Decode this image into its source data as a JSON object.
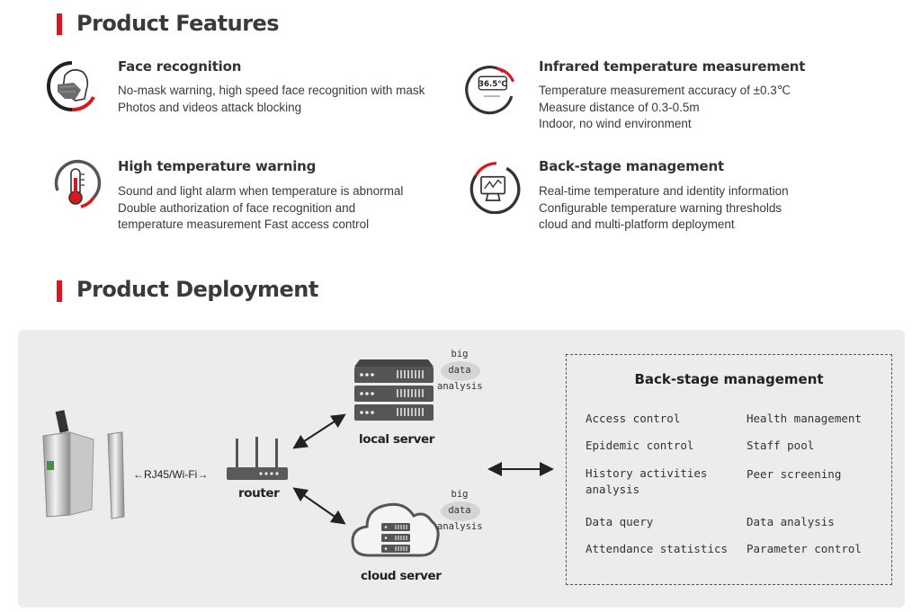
{
  "features_section": {
    "title": "Product Features"
  },
  "features": [
    {
      "icon": "face-mask-icon",
      "title": "Face recognition",
      "lines": [
        "No-mask warning, high speed face recognition with mask",
        "Photos and videos attack blocking"
      ]
    },
    {
      "icon": "thermometer-display-icon",
      "display_text": "36.5℃",
      "title": "Infrared temperature measurement",
      "lines": [
        "Temperature measurement accuracy of ±0.3℃",
        "Measure distance of 0.3-0.5m",
        "Indoor, no wind environment"
      ]
    },
    {
      "icon": "thermometer-icon",
      "title": "High temperature warning",
      "lines": [
        "Sound and light alarm when temperature is abnormal",
        "Double authorization of face recognition and",
        "temperature measurement Fast access  control"
      ]
    },
    {
      "icon": "monitor-icon",
      "title": "Back-stage management",
      "lines": [
        "Real-time temperature and identity information",
        "Configurable temperature warning thresholds",
        "cloud and multi-platform deployment"
      ]
    }
  ],
  "deployment_section": {
    "title": "Product Deployment"
  },
  "deployment": {
    "connection_label": "RJ45/Wi-Fi",
    "router_label": "router",
    "local_server_label": "local server",
    "cloud_server_label": "cloud server",
    "big_data_line1": "big data",
    "big_data_line2": "analysis",
    "management": {
      "title": "Back-stage management",
      "left_items": [
        "Access control",
        "Epidemic control",
        "History activities analysis",
        "Data query",
        "Attendance statistics"
      ],
      "right_items": [
        "Health management",
        "Staff pool",
        "Peer screening",
        "Data analysis",
        "Parameter control"
      ]
    }
  },
  "colors": {
    "accent": "#d7191f",
    "panel": "#ececec",
    "device": "#5a5a5a"
  }
}
